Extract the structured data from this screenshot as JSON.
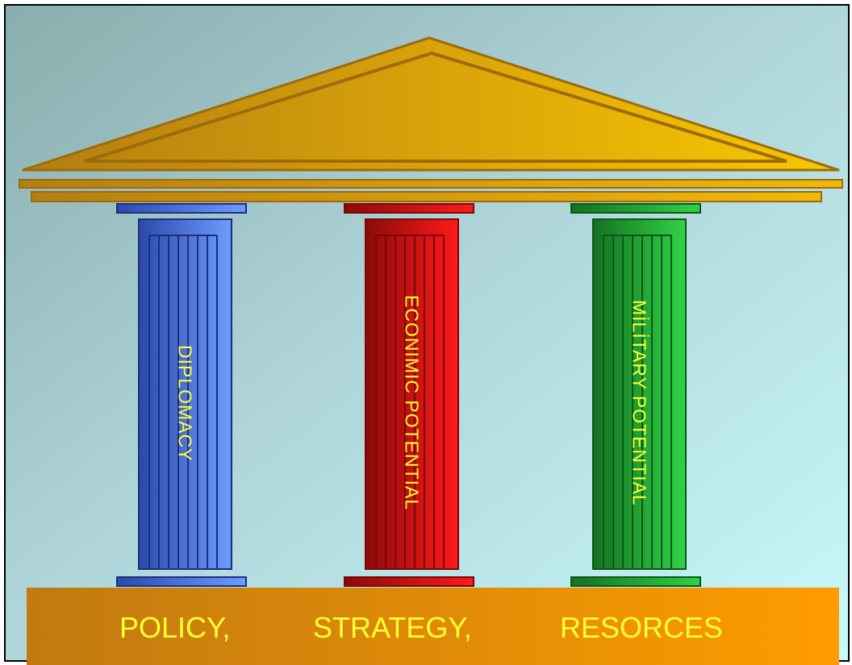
{
  "pillars": [
    {
      "id": "diplomacy",
      "label": "DIPLOMACY",
      "color": "#4a72e8"
    },
    {
      "id": "economic",
      "label": "ECONIMIC POTENTIAL",
      "color": "#e8101a"
    },
    {
      "id": "military",
      "label": "MİLİTARY POTENTIAL",
      "color": "#1fa834"
    }
  ],
  "foundation": {
    "items": [
      "POLICY,",
      "STRATEGY,",
      "RESORCES"
    ],
    "color": "#f09410"
  },
  "roof": {
    "color": "#e2a90a"
  },
  "label_color": "#ffff33"
}
